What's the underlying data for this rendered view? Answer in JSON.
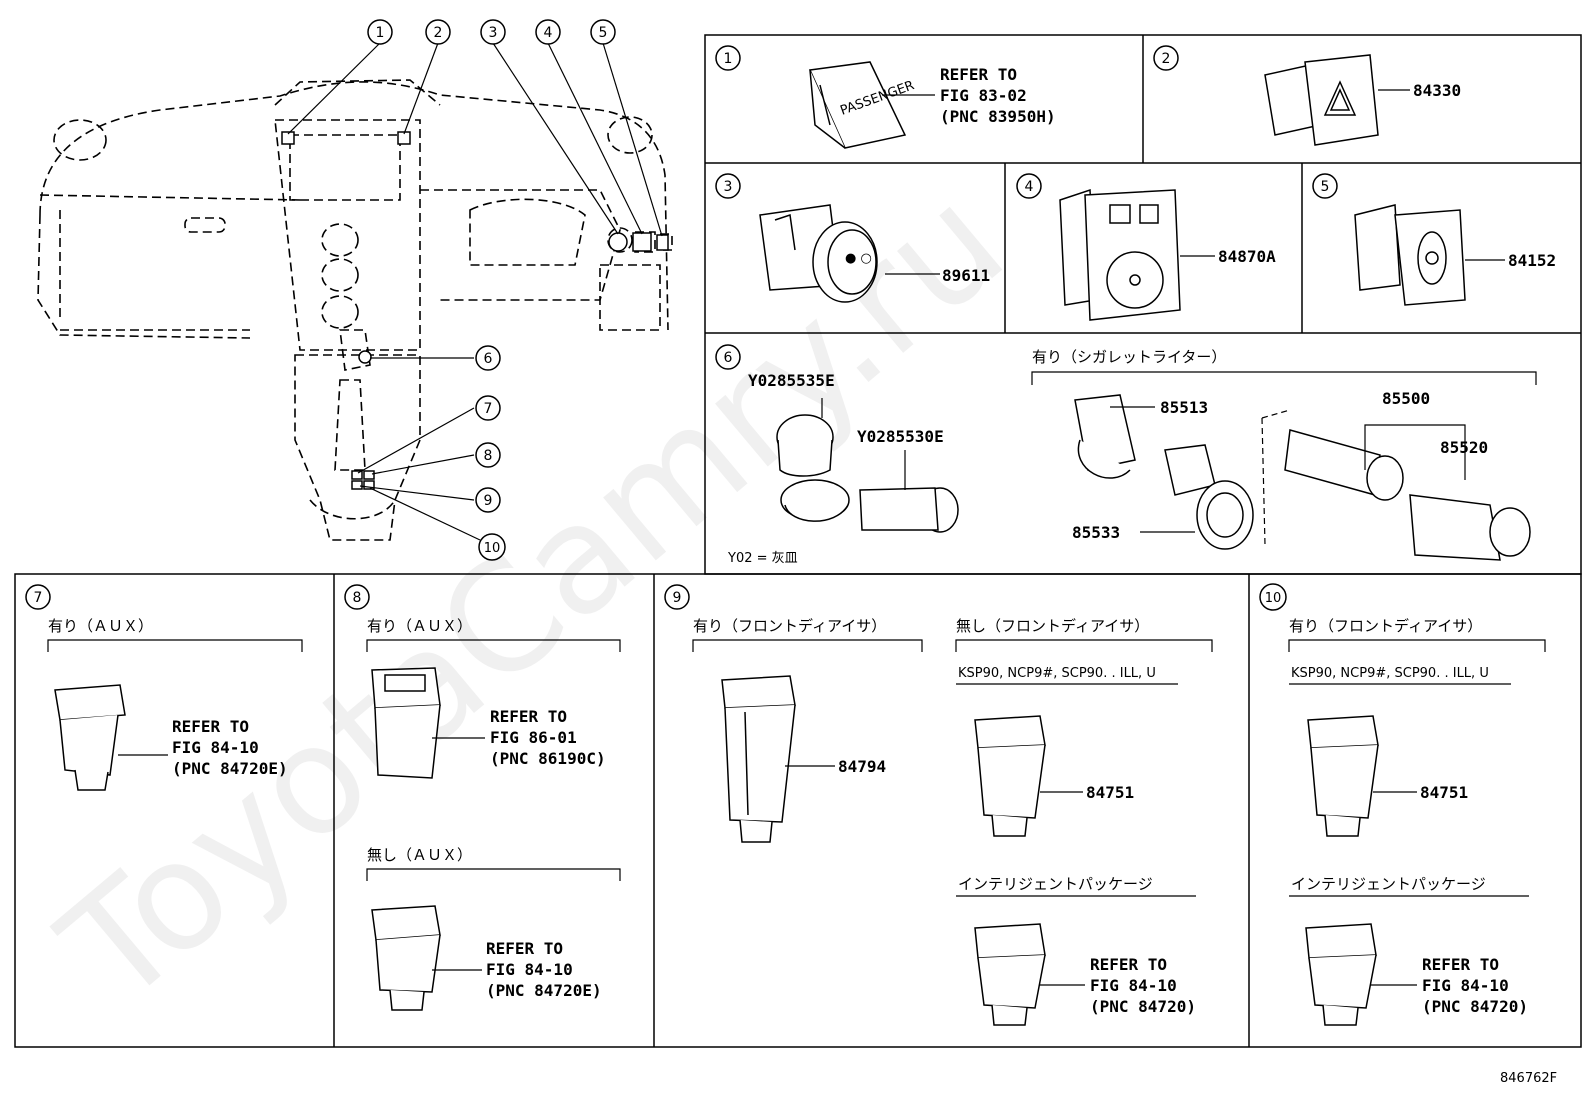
{
  "watermark": "ToyotaCamry.ru",
  "figure_id": "846762F",
  "overview": {
    "callouts": [
      "1",
      "2",
      "3",
      "4",
      "5",
      "6",
      "7",
      "8",
      "9",
      "10"
    ]
  },
  "panels": {
    "p1": {
      "num": "1",
      "refer": [
        "REFER TO",
        "FIG 83-02",
        "(PNC 83950H)"
      ],
      "switch_text": "PASSENGER"
    },
    "p2": {
      "num": "2",
      "part": "84330"
    },
    "p3": {
      "num": "3",
      "part": "89611"
    },
    "p4": {
      "num": "4",
      "part": "84870A"
    },
    "p5": {
      "num": "5",
      "part": "84152"
    },
    "p6": {
      "num": "6",
      "part_a": "Y0285535E",
      "part_b": "Y0285530E",
      "note": "Y02 = 灰皿",
      "group_label": "有り（シガレットライター）",
      "p85513": "85513",
      "p85533": "85533",
      "p85500": "85500",
      "p85520": "85520"
    },
    "p7": {
      "num": "7",
      "group_label": "有り（ＡＵＸ）",
      "refer": [
        "REFER TO",
        "FIG 84-10",
        "(PNC 84720E)"
      ]
    },
    "p8": {
      "num": "8",
      "group_a": "有り（ＡＵＸ）",
      "refer_a": [
        "REFER TO",
        "FIG 86-01",
        "(PNC 86190C)"
      ],
      "group_b": "無し（ＡＵＸ）",
      "refer_b": [
        "REFER TO",
        "FIG 84-10",
        "(PNC 84720E)"
      ]
    },
    "p9": {
      "num": "9",
      "group_a": "有り（フロントディアイサ）",
      "part_a": "84794",
      "group_b": "無し（フロントディアイサ）",
      "model_b": "KSP90, NCP9#, SCP90. . ILL, U",
      "part_b": "84751",
      "group_c": "インテリジェントパッケージ",
      "refer_c": [
        "REFER TO",
        "FIG 84-10",
        "(PNC 84720)"
      ]
    },
    "p10": {
      "num": "10",
      "group_a": "有り（フロントディアイサ）",
      "model_a": "KSP90, NCP9#, SCP90. . ILL, U",
      "part_a": "84751",
      "group_b": "インテリジェントパッケージ",
      "refer_b": [
        "REFER TO",
        "FIG 84-10",
        "(PNC 84720)"
      ]
    }
  }
}
